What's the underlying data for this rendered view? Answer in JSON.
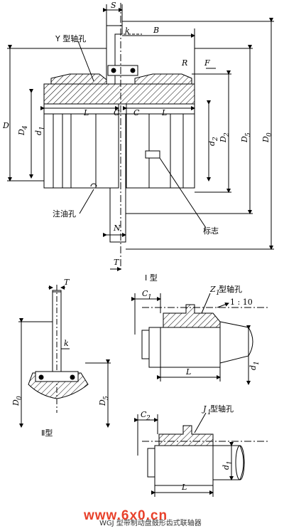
{
  "labels": {
    "S": "S",
    "k_top": "k",
    "B": "B",
    "y_hole": "Y 型轴孔",
    "R": "R",
    "F": "F",
    "D": "D",
    "D4": "D",
    "D4_sub": "4",
    "d1": "d",
    "d1_sub": "1",
    "L_left": "L",
    "C_left": "C",
    "C_right": "C",
    "L_right": "L",
    "d2": "d",
    "d2_sub": "2",
    "D2": "D",
    "D2_sub": "2",
    "D5": "D",
    "D5_sub": "5",
    "D0": "D",
    "D0_sub": "0",
    "oil_hole": "注油孔",
    "mark": "标志",
    "N": "N",
    "T_main": "T",
    "type1": "I 型",
    "T_small": "T",
    "k_small": "k",
    "D0_small": "D",
    "D0_small_sub": "0",
    "D5_small": "D",
    "D5_small_sub": "5",
    "type2": "Ⅱ型",
    "C1": "C",
    "C1_sub": "1",
    "z1_hole_prefix": "Z",
    "z1_sub": "1",
    "z1_hole_suffix": " 型轴孔",
    "taper": "1 : 10",
    "d1_z": "d",
    "d1_z_sub": "1",
    "L_z": "L",
    "C2": "C",
    "C2_sub": "2",
    "j1_hole_prefix": "J",
    "j1_sub": "1",
    "j1_hole_suffix": " 型轴孔",
    "d1_j": "d",
    "d1_j_sub": "1",
    "L_j": "L"
  },
  "caption": "WGJ 型带制动盘鼓形齿式联轴器",
  "watermark": "www.6x0.cn",
  "colors": {
    "line": "#000000",
    "hatch": "#000000",
    "watermark": "#e8402a"
  }
}
